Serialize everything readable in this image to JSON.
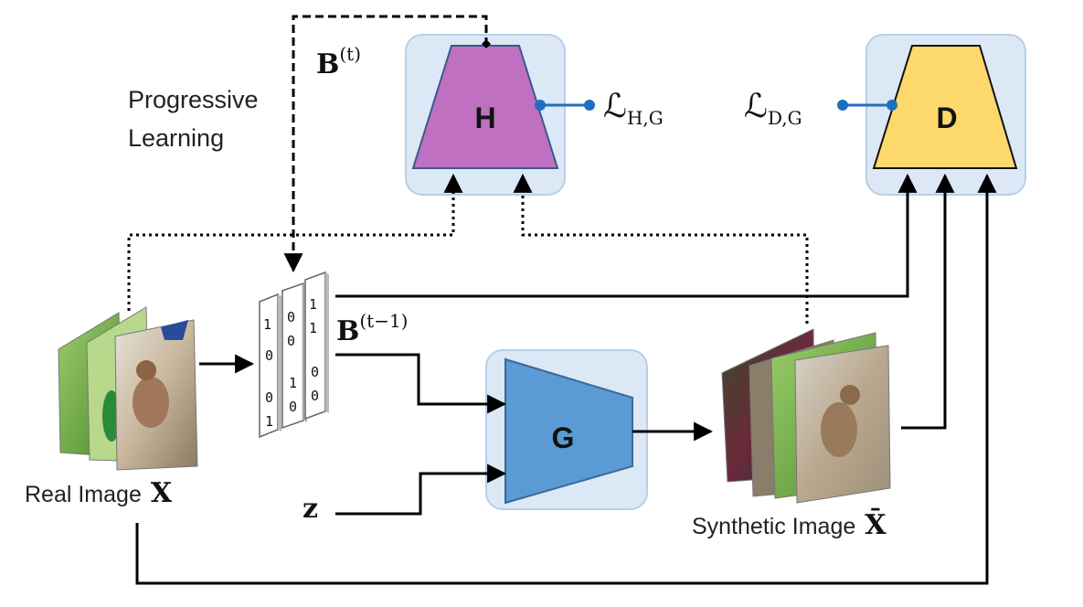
{
  "labels": {
    "progressive_line1": "Progressive",
    "progressive_line2": "Learning",
    "real_image": "Real Image",
    "real_symbol": "X",
    "synthetic_image": "Synthetic Image",
    "synthetic_symbol": "X̄",
    "z": "z",
    "b_t_base": "B",
    "b_t_sup": "(t)",
    "b_t1_base": "B",
    "b_t1_sup": "(t−1)"
  },
  "networks": {
    "H": {
      "name": "H",
      "fill": "#c070c0"
    },
    "D": {
      "name": "D",
      "fill": "#fdd86a"
    },
    "G": {
      "name": "G",
      "fill": "#5a9bd5"
    }
  },
  "losses": {
    "LHG": {
      "base": "ℒ",
      "sub": "H,G"
    },
    "LDG": {
      "base": "ℒ",
      "sub": "D,G"
    }
  },
  "bit_maps": [
    [
      "1",
      "0",
      "0",
      "1"
    ],
    [
      "0",
      "0",
      "1",
      "0"
    ],
    [
      "1",
      "1",
      "0",
      "0"
    ]
  ],
  "colors": {
    "panel": "#dce8f6",
    "panel_stroke": "#b8cfe8",
    "loss_blue": "#1f6fbf"
  }
}
